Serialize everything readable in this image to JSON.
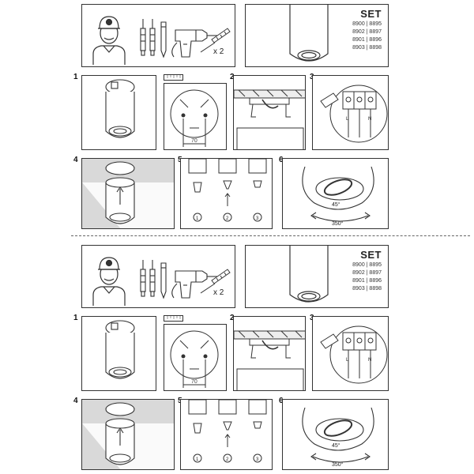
{
  "set": {
    "title": "SET",
    "codes": [
      "8900 | 8895",
      "8902 | 8897",
      "8901 | 8896",
      "8903 | 8898"
    ]
  },
  "tools": {
    "quantity": "x 2"
  },
  "steps": {
    "s1": "1",
    "s2": "2",
    "s3": "3",
    "s4": "4",
    "s5": "5",
    "s6": "6"
  },
  "dimension": {
    "width": "70"
  },
  "wiring": {
    "l": "L",
    "n": "N"
  },
  "bulb_steps": [
    "1",
    "2",
    "3"
  ],
  "rotation": {
    "tilt": "45°",
    "turn": "350°"
  }
}
